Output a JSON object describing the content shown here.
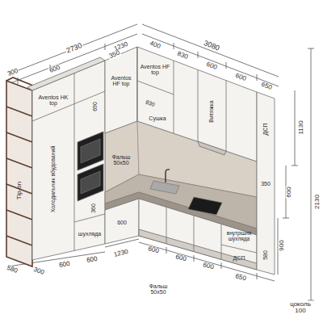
{
  "diagram": {
    "labels": [
      "2730",
      "1230",
      "3080",
      "600",
      "350",
      "400",
      "830",
      "600",
      "600",
      "650",
      "300",
      "Aventos HK top",
      "Aventos HF top",
      "Aventos HF top",
      "690",
      "830",
      "Сушка",
      "Витяжка",
      "ДСП",
      "1130",
      "Холодильник вбудований",
      "Tip-on",
      "Фальш 50x50",
      "350",
      "600",
      "2130",
      "360",
      "600",
      "шухляда",
      "внутрішня шухляда",
      "ДСП",
      "900",
      "1230",
      "580",
      "300",
      "600",
      "600",
      "600",
      "600",
      "600",
      "650",
      "Фальш 50x50",
      "цоколь 100",
      "580"
    ]
  }
}
